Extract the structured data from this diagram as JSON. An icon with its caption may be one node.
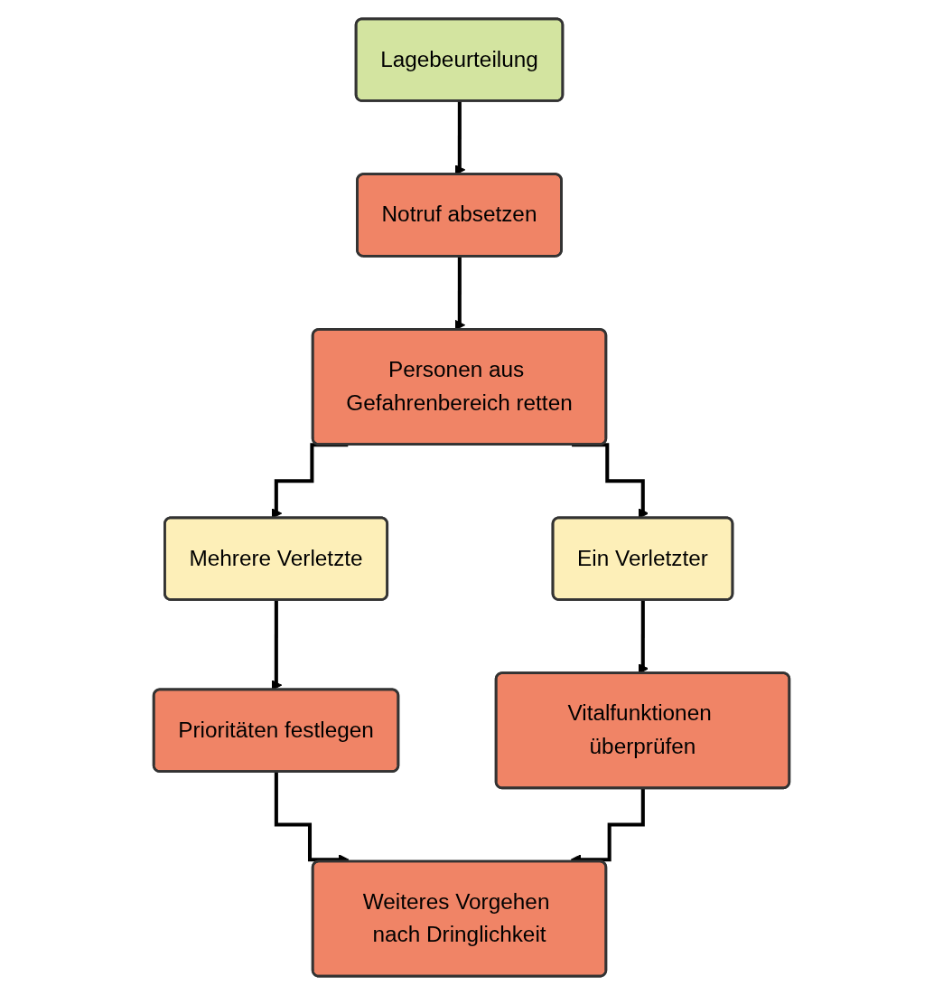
{
  "diagram": {
    "nodes": [
      {
        "text": [
          "Lagebeurteilung"
        ]
      },
      {
        "text": [
          "Notruf absetzen"
        ]
      },
      {
        "text": [
          "Personen aus Gefahrenbereich retten"
        ]
      },
      {
        "text": [
          "Mehrere Verletzte"
        ]
      },
      {
        "text": [
          "Ein Verletzter"
        ]
      },
      {
        "text": [
          "Prioritäten festlegen"
        ]
      },
      {
        "text": [
          "Vitalfunktionen überprüfen"
        ]
      },
      {
        "text": [
          "Weiteres Vorgehen nach Dringlichkeit"
        ]
      }
    ],
    "edges": [
      {
        "from": 0,
        "to": 1,
        "arrow": "to"
      },
      {
        "from": 1,
        "to": 2,
        "arrow": "to"
      },
      {
        "from": 2,
        "to": 3,
        "arrow": "to"
      },
      {
        "from": 2,
        "to": 4,
        "arrow": "to"
      },
      {
        "from": 3,
        "to": 5,
        "arrow": "to"
      },
      {
        "from": 4,
        "to": 6,
        "arrow": "to"
      },
      {
        "from": 5,
        "to": 7,
        "arrow": "to"
      },
      {
        "from": 6,
        "to": 7,
        "arrow": "to"
      }
    ]
  }
}
